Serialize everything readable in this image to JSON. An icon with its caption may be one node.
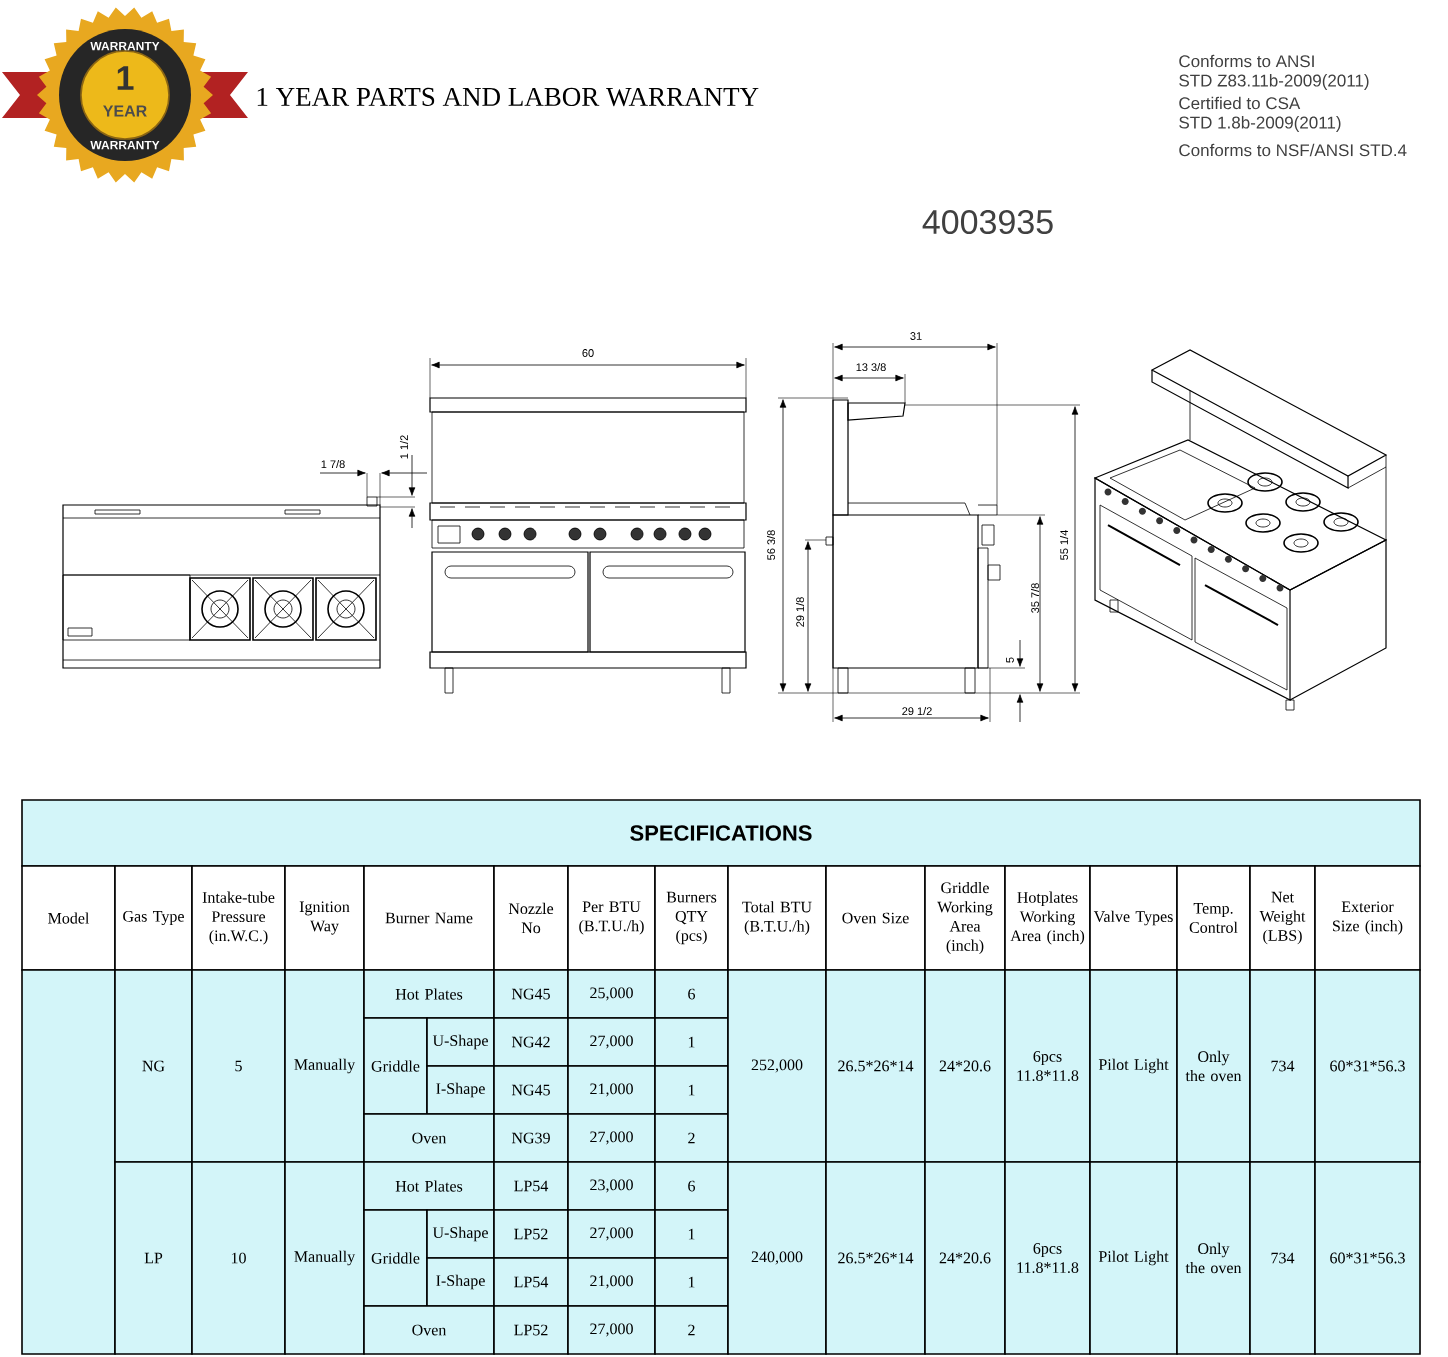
{
  "diagram": {
    "labels": [
      "1 YEAR PARTS AND LABOR WARRANTY",
      "WARRANTY",
      "1",
      "YEAR",
      "WARRANTY",
      "4003935",
      "Conforms to ANSI",
      "STD Z83.11b-2009(2011)",
      "Certified to CSA",
      "STD 1.8b-2009(2011)",
      "Conforms to NSF/ANSI STD.4",
      "60",
      "1 7/8",
      "1 1/2",
      "31",
      "13 3/8",
      "56 3/8",
      "29 1/8",
      "55 1/4",
      "35 7/8",
      "5",
      "29 1/2",
      "SPECIFICATIONS",
      "Model",
      "Gas Type",
      "Intake-tube Pressure (in.W.C.)",
      "Ignition Way",
      "Burner Name",
      "Nozzle No",
      "Per BTU (B.T.U./h)",
      "Burners QTY (pcs)",
      "Total BTU (B.T.U./h)",
      "Oven Size",
      "Griddle Working Area (inch)",
      "Hotplates Working Area (inch)",
      "Valve Types",
      "Temp. Control",
      "Net Weight (LBS)",
      "Exterior Size (inch)",
      "NG",
      "5",
      "Manually",
      "Hot Plates",
      "NG45",
      "25,000",
      "6",
      "Griddle",
      "U-Shape",
      "NG42",
      "27,000",
      "1",
      "I-Shape",
      "NG45",
      "21,000",
      "1",
      "Oven",
      "NG39",
      "27,000",
      "2",
      "252,000",
      "26.5*26*14",
      "24*20.6",
      "6pcs 11.8*11.8",
      "Pilot Light",
      "Only the oven",
      "734",
      "60*31*56.3",
      "LP",
      "10",
      "Manually",
      "Hot Plates",
      "LP54",
      "23,000",
      "6",
      "Griddle",
      "U-Shape",
      "LP52",
      "27,000",
      "1",
      "I-Shape",
      "LP54",
      "21,000",
      "1",
      "Oven",
      "LP52",
      "27,000",
      "2",
      "240,000",
      "26.5*26*14",
      "24*20.6",
      "6pcs 11.8*11.8",
      "Pilot Light",
      "Only the oven",
      "734",
      "60*31*56.3"
    ]
  }
}
